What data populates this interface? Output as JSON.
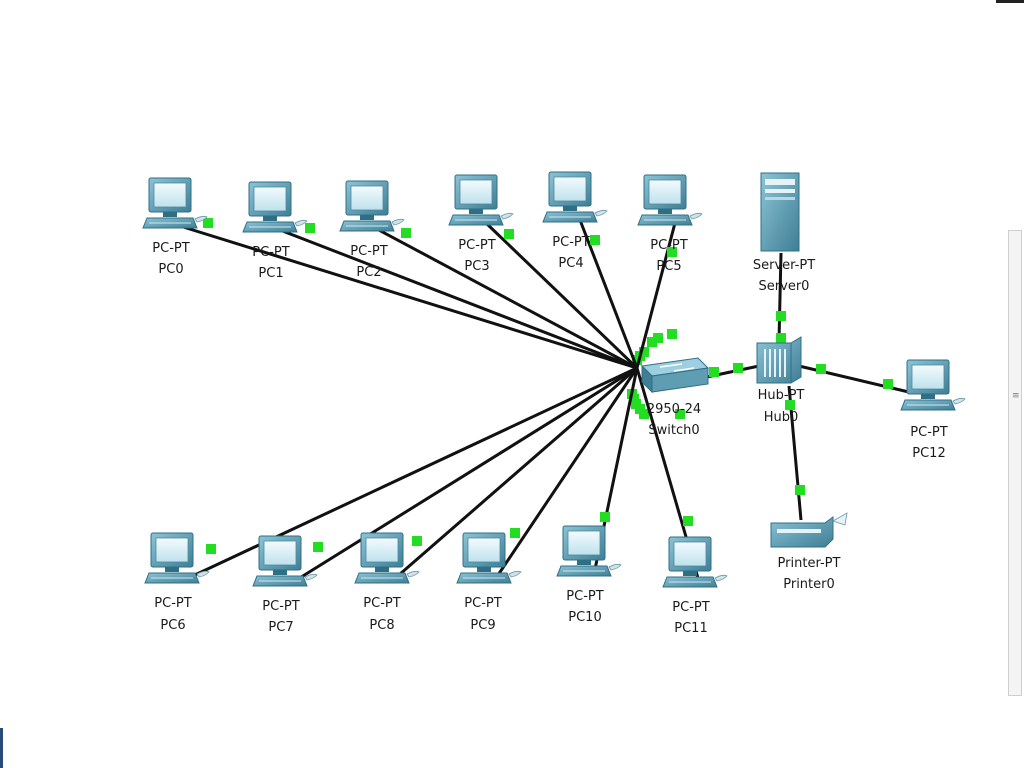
{
  "colors": {
    "cable": "#111111",
    "link_light": "#22dd22",
    "device_body": "#5f9db2",
    "device_dark": "#2f6f86",
    "screen": "#d6eef5"
  },
  "nodes": {
    "pc0": {
      "type": "PC-PT",
      "name": "PC0"
    },
    "pc1": {
      "type": "PC-PT",
      "name": "PC1"
    },
    "pc2": {
      "type": "PC-PT",
      "name": "PC2"
    },
    "pc3": {
      "type": "PC-PT",
      "name": "PC3"
    },
    "pc4": {
      "type": "PC-PT",
      "name": "PC4"
    },
    "pc5": {
      "type": "PC-PT",
      "name": "PC5"
    },
    "server0": {
      "type": "Server-PT",
      "name": "Server0"
    },
    "switch0": {
      "type": "2950-24",
      "name": "Switch0"
    },
    "hub0": {
      "type": "Hub-PT",
      "name": "Hub0"
    },
    "pc12": {
      "type": "PC-PT",
      "name": "PC12"
    },
    "printer0": {
      "type": "Printer-PT",
      "name": "Printer0"
    },
    "pc6": {
      "type": "PC-PT",
      "name": "PC6"
    },
    "pc7": {
      "type": "PC-PT",
      "name": "PC7"
    },
    "pc8": {
      "type": "PC-PT",
      "name": "PC8"
    },
    "pc9": {
      "type": "PC-PT",
      "name": "PC9"
    },
    "pc10": {
      "type": "PC-PT",
      "name": "PC10"
    },
    "pc11": {
      "type": "PC-PT",
      "name": "PC11"
    }
  },
  "links": [
    [
      "pc0",
      "switch0"
    ],
    [
      "pc1",
      "switch0"
    ],
    [
      "pc2",
      "switch0"
    ],
    [
      "pc3",
      "switch0"
    ],
    [
      "pc4",
      "switch0"
    ],
    [
      "pc5",
      "switch0"
    ],
    [
      "pc6",
      "switch0"
    ],
    [
      "pc7",
      "switch0"
    ],
    [
      "pc8",
      "switch0"
    ],
    [
      "pc9",
      "switch0"
    ],
    [
      "pc10",
      "switch0"
    ],
    [
      "pc11",
      "switch0"
    ],
    [
      "switch0",
      "hub0"
    ],
    [
      "server0",
      "hub0"
    ],
    [
      "hub0",
      "pc12"
    ],
    [
      "hub0",
      "printer0"
    ]
  ],
  "scrollbar": {
    "grip_label": "≡"
  }
}
